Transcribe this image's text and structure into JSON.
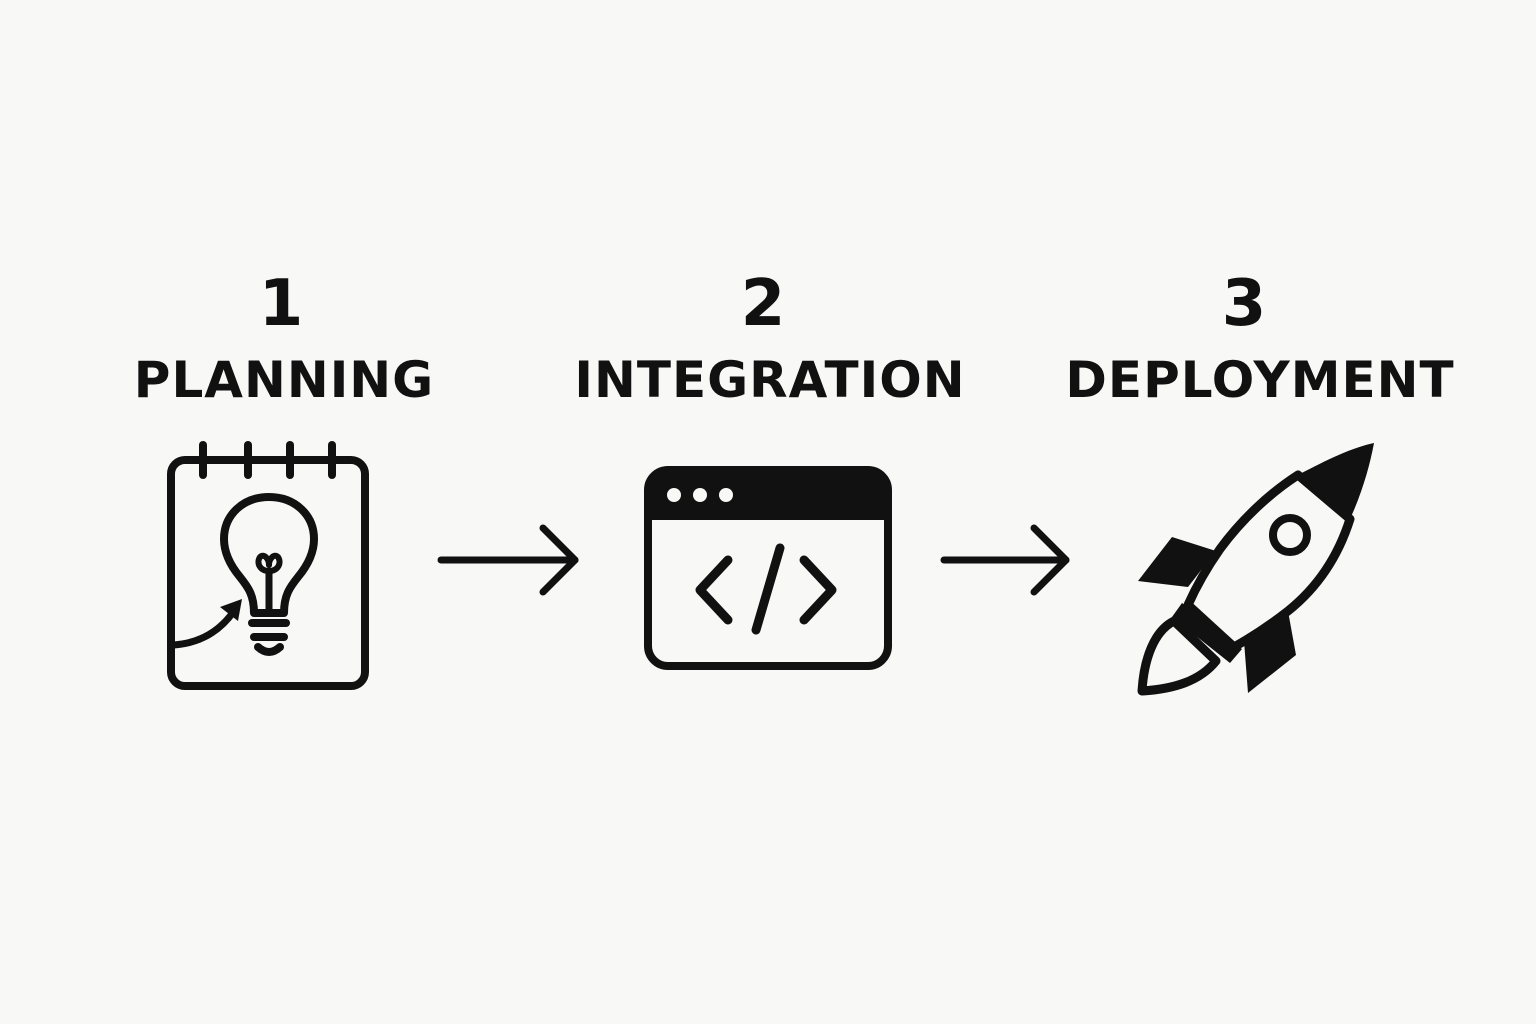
{
  "steps": [
    {
      "number": "1",
      "title": "PLANNING",
      "icon": "notepad-lightbulb-icon"
    },
    {
      "number": "2",
      "title": "INTEGRATION",
      "icon": "browser-code-icon"
    },
    {
      "number": "3",
      "title": "DEPLOYMENT",
      "icon": "rocket-icon"
    }
  ],
  "connectors": [
    "arrow-right-icon",
    "arrow-right-icon"
  ],
  "colors": {
    "ink": "#111111",
    "background": "#f8f8f6"
  }
}
